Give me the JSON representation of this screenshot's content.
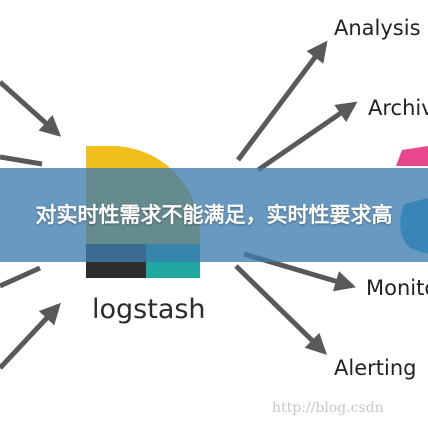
{
  "diagram": {
    "outputs": [
      "Analysis",
      "Archiv",
      "Monito",
      "Alerting"
    ],
    "center": "logstash"
  },
  "banner": {
    "title": "对实时性需求不能满足，实时性要求高"
  },
  "watermark": "http://blog.csdn",
  "colors": {
    "arrow": "#595959",
    "banner": "#3e7cb0",
    "logo_yellow": "#f1c01a",
    "logo_teal": "#1fa8a0",
    "logo_black": "#2d2d2d",
    "logo_pink": "#e8478b",
    "logo_blue": "#2fa3d6"
  }
}
